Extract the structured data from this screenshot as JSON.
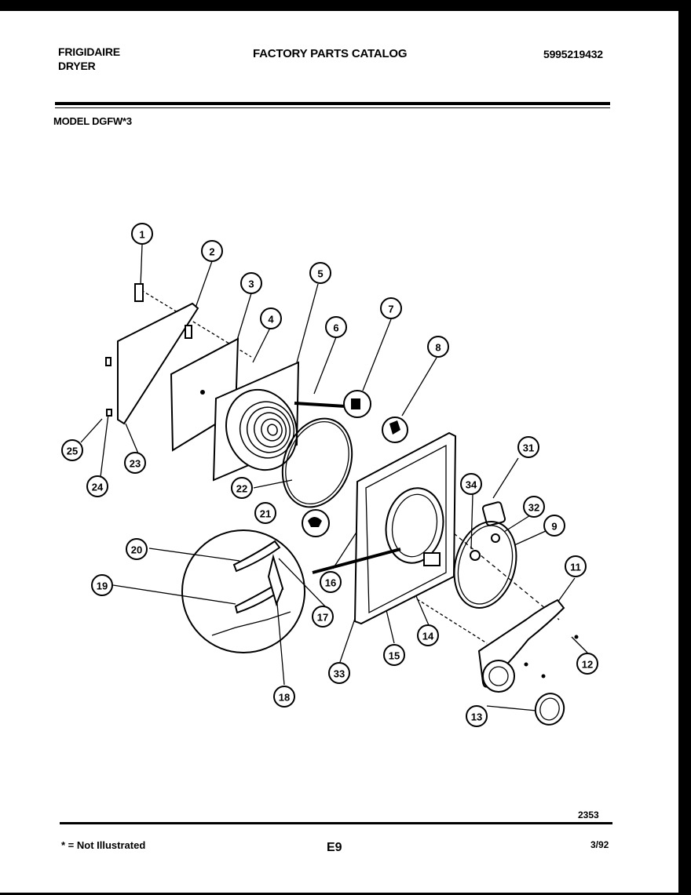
{
  "header": {
    "brand_line1": "FRIGIDAIRE",
    "brand_line2": "DRYER",
    "catalog_title": "FACTORY PARTS CATALOG",
    "catalog_number": "5995219432",
    "model": "MODEL DGFW*3"
  },
  "diagram": {
    "callout_numbers": [
      "1",
      "2",
      "3",
      "4",
      "5",
      "6",
      "7",
      "8",
      "9",
      "11",
      "12",
      "13",
      "14",
      "15",
      "16",
      "17",
      "18",
      "19",
      "20",
      "21",
      "22",
      "23",
      "24",
      "25",
      "31",
      "32",
      "33",
      "34"
    ]
  },
  "footer": {
    "drawing_number": "2353",
    "note": "* = Not Illustrated",
    "page_code": "E9",
    "date": "3/92"
  }
}
